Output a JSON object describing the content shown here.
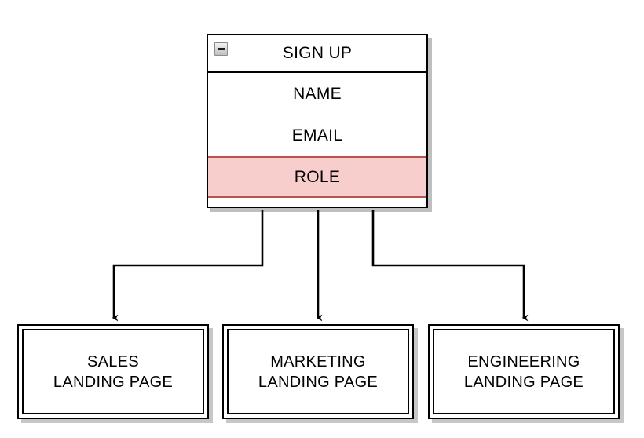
{
  "diagram": {
    "type": "flowchart",
    "background_color": "#ffffff",
    "entity": {
      "title": "SIGN UP",
      "collapse_icon": "minus-square-icon",
      "collapsed": false,
      "attributes": [
        {
          "label": "NAME",
          "highlighted": false
        },
        {
          "label": "EMAIL",
          "highlighted": false
        },
        {
          "label": "ROLE",
          "highlighted": true
        }
      ],
      "highlight_fill": "#f8cecc",
      "highlight_stroke": "#b85450",
      "stroke": "#000000",
      "fill": "#ffffff"
    },
    "targets": [
      {
        "id": "sales",
        "line1": "SALES",
        "line2": "LANDING PAGE"
      },
      {
        "id": "marketing",
        "line1": "MARKETING",
        "line2": "LANDING PAGE"
      },
      {
        "id": "engineering",
        "line1": "ENGINEERING",
        "line2": "LANDING PAGE"
      }
    ],
    "connectors": {
      "count": 3,
      "style": "orthogonal-arrow",
      "stroke": "#000000",
      "arrowhead": "filled-triangle"
    }
  }
}
